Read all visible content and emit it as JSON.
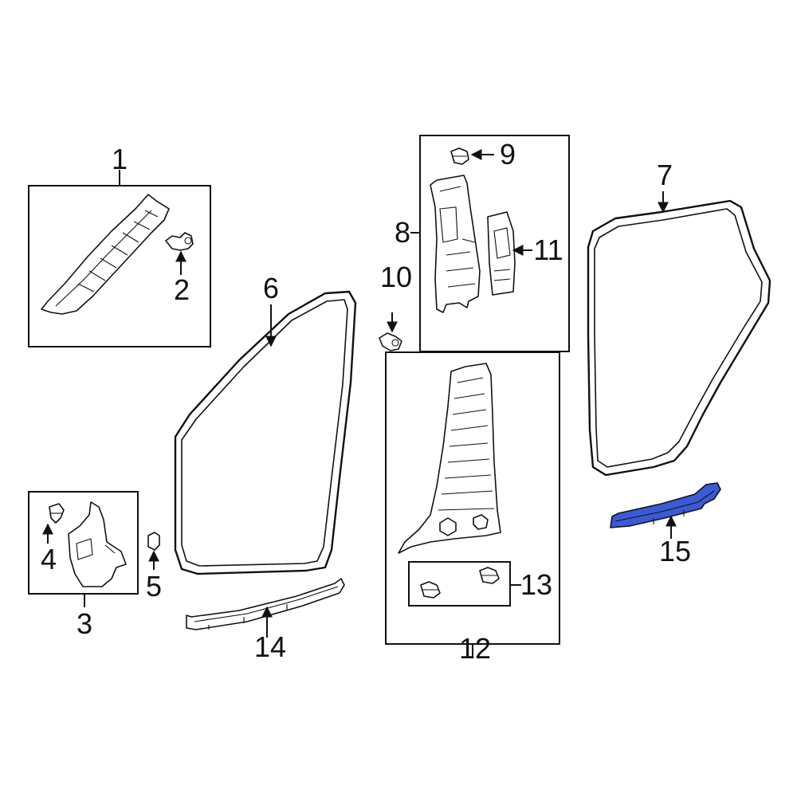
{
  "diagram": {
    "highlight_color": "#3b5bd6",
    "ink_color": "#111111",
    "callouts": {
      "c1": "1",
      "c2": "2",
      "c3": "3",
      "c4": "4",
      "c5": "5",
      "c6": "6",
      "c7": "7",
      "c8": "8",
      "c9": "9",
      "c10": "10",
      "c11": "11",
      "c12": "12",
      "c13": "13",
      "c14": "14",
      "c15": "15"
    }
  }
}
